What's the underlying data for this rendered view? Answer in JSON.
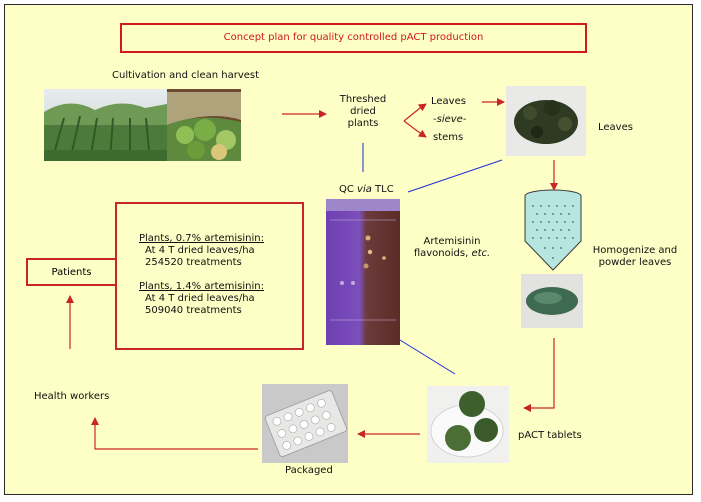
{
  "title": "Concept plan for quality controlled pACT production",
  "steps": {
    "cultivation": "Cultivation and clean harvest",
    "threshed": [
      "Threshed",
      "dried",
      "plants"
    ],
    "leaves_small": "Leaves",
    "sieve": "-sieve-",
    "stems": "stems",
    "leaves": "Leaves",
    "qc_prefix": "QC ",
    "qc_via": "via",
    "qc_suffix": " TLC",
    "tlc_line1": "Artemisinin",
    "tlc_line2_a": "flavonoids, ",
    "tlc_line2_b": "etc.",
    "homogenize": [
      "Homogenize and",
      "powder leaves"
    ],
    "pact_tablets": "pACT tablets",
    "packaged": "Packaged",
    "health_workers": "Health workers",
    "patients": "Patients"
  },
  "quantities": {
    "group1_heading": "Plants, 0.7% artemisinin:",
    "group1_line1": "At 4 T dried leaves/ha",
    "group1_line2": "254520 treatments",
    "group2_heading": "Plants, 1.4% artemisinin:",
    "group2_line1": "At 4 T dried leaves/ha",
    "group2_line2": "509040 treatments"
  },
  "colors": {
    "background": "#fefec7",
    "box_border": "#c9242b",
    "flow_arrow": "#c9242b",
    "qc_link": "#1c2fd6",
    "frame": "#2a2a2a"
  }
}
